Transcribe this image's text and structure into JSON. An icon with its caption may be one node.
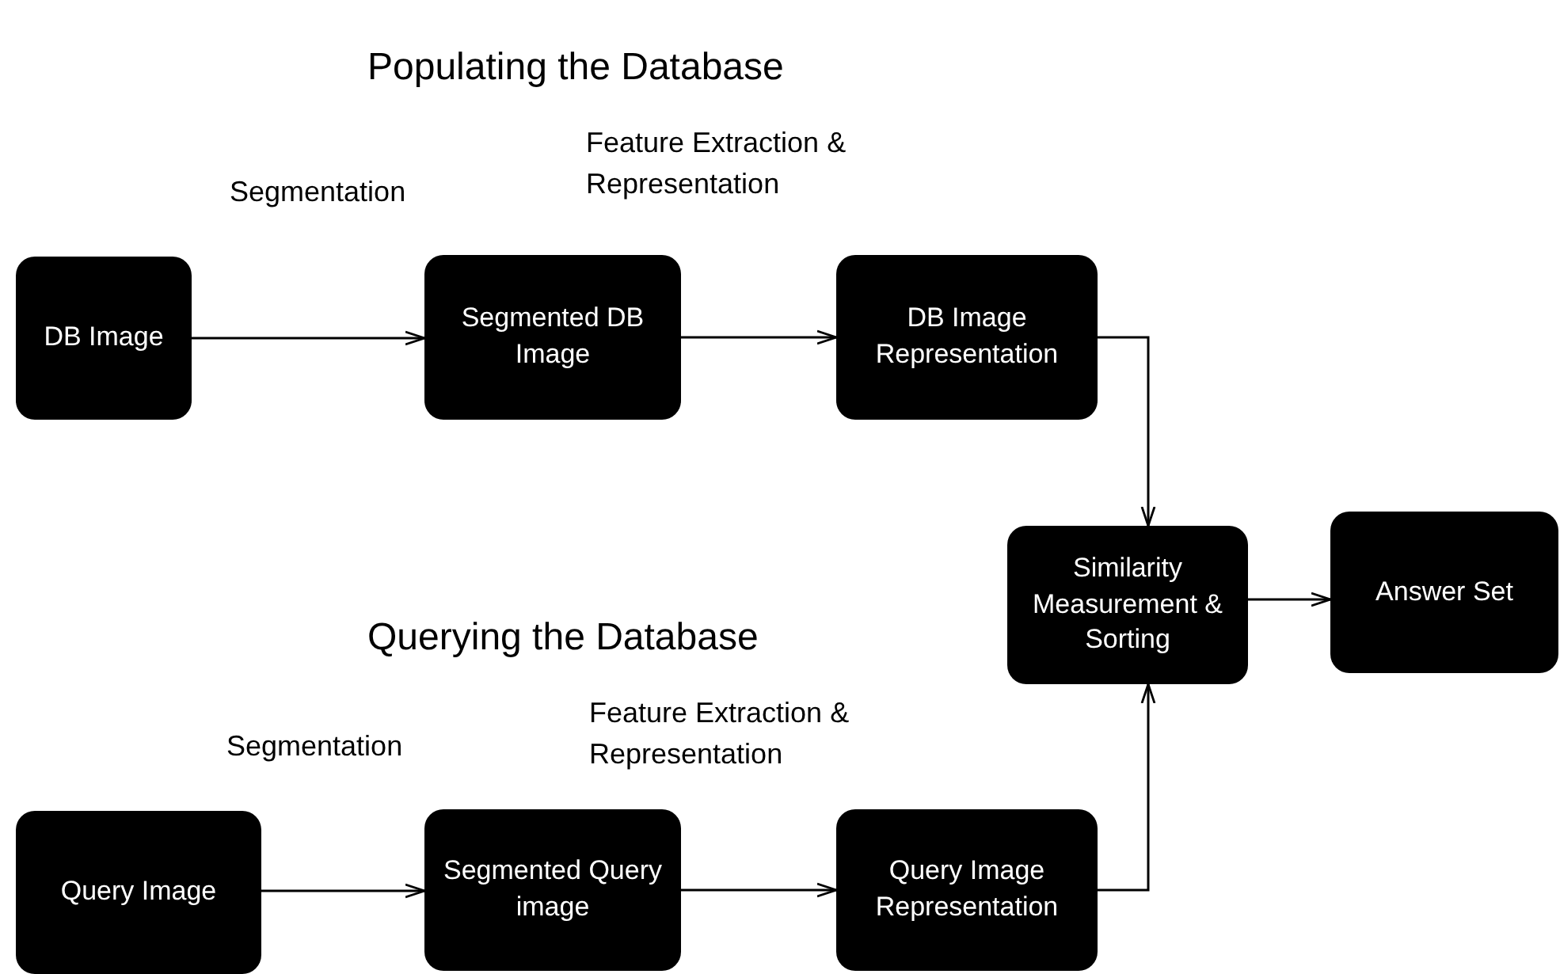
{
  "diagram": {
    "nodes": [
      {
        "text": [
          "DB Image"
        ]
      },
      {
        "text": [
          "Segmented DB Image"
        ]
      },
      {
        "text": [
          "DB Image Representation"
        ]
      },
      {
        "text": [
          "Similarity Measurement & Sorting"
        ]
      },
      {
        "text": [
          "Answer Set"
        ]
      },
      {
        "text": [
          "Query Image"
        ]
      },
      {
        "text": [
          "Segmented Query image"
        ]
      },
      {
        "text": [
          "Query Image Representation"
        ]
      }
    ],
    "edges": [
      {
        "from": 0,
        "to": 1,
        "arrow": "to"
      },
      {
        "from": 1,
        "to": 2,
        "arrow": "to"
      },
      {
        "from": 2,
        "to": 3,
        "arrow": "to"
      },
      {
        "from": 3,
        "to": 4,
        "arrow": "to"
      },
      {
        "from": 5,
        "to": 6,
        "arrow": "to"
      },
      {
        "from": 6,
        "to": 7,
        "arrow": "to"
      },
      {
        "from": 7,
        "to": 3,
        "arrow": "to"
      }
    ],
    "labels": [
      "Populating the Database",
      "Segmentation",
      "Feature Extraction & Representation",
      "Querying the Database",
      "Segmentation",
      "Feature Extraction & Representation"
    ]
  }
}
